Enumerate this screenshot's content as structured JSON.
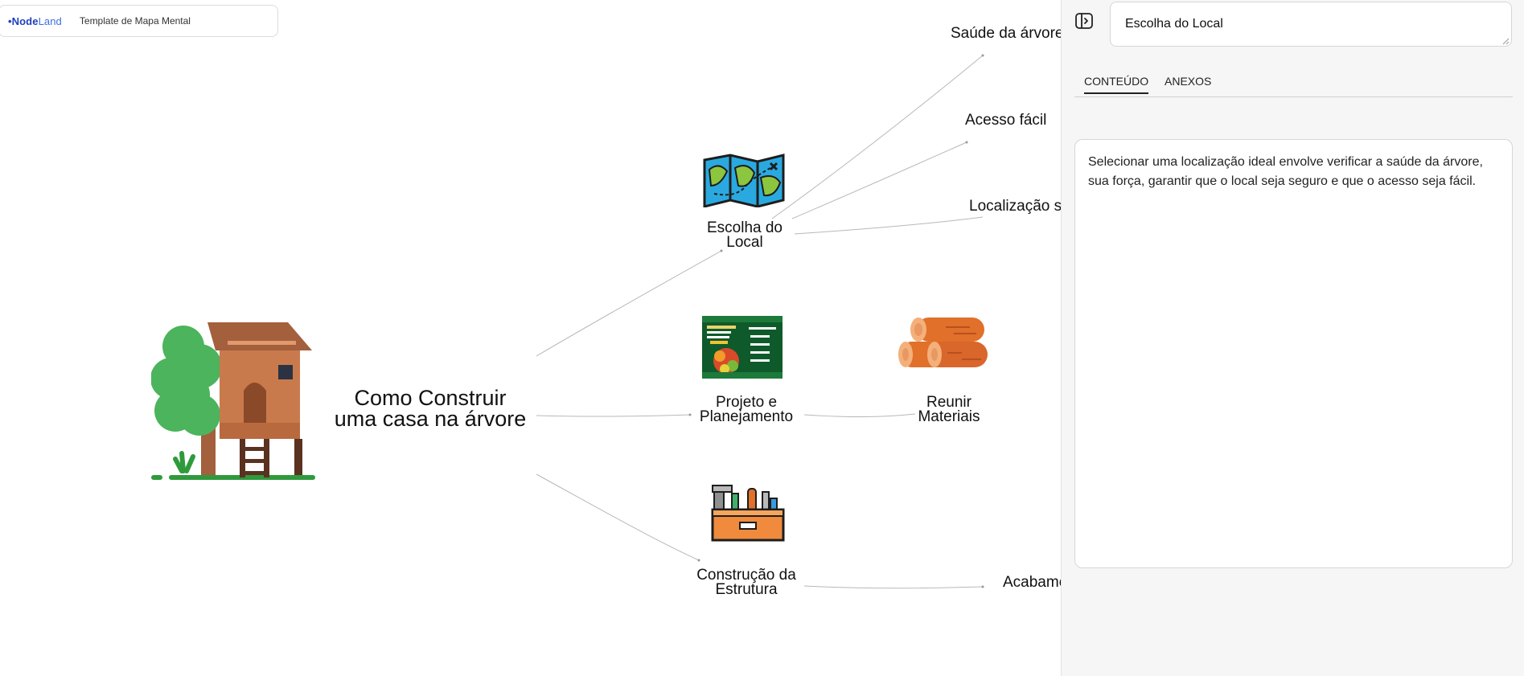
{
  "header": {
    "brand_prefix": "•",
    "brand_node": "Node",
    "brand_land": "Land",
    "document_title": "Template de Mapa Mental"
  },
  "mindmap": {
    "root": {
      "line1": "Como Construir",
      "line2": "uma casa na árvore",
      "image": "treehouse-image"
    },
    "branches": [
      {
        "line1": "Escolha do",
        "line2": "Local",
        "image": "treasure-map-image"
      },
      {
        "line1": "Projeto e",
        "line2": "Planejamento",
        "image": "fresh-food-flyer-image"
      },
      {
        "line1": "Construção da",
        "line2": "Estrutura",
        "image": "toolbox-image"
      }
    ],
    "subnodes": [
      {
        "text": "Saúde da árvore"
      },
      {
        "text": "Acesso fácil"
      },
      {
        "text": "Localização s"
      },
      {
        "line1": "Reunir",
        "line2": "Materiais",
        "image": "wood-logs-image"
      },
      {
        "text": "Acabame"
      }
    ]
  },
  "panel": {
    "title_value": "Escolha do Local",
    "tabs": [
      {
        "label": "CONTEÚDO",
        "active": true
      },
      {
        "label": "ANEXOS",
        "active": false
      }
    ],
    "content": "Selecionar uma localização ideal envolve verificar a saúde da árvore, sua força, garantir que o local seja seguro e que o acesso seja fácil."
  },
  "colors": {
    "brand": "#1f3fbf",
    "edge": "#b8b8b8",
    "panel_bg": "#f6f6f6"
  }
}
